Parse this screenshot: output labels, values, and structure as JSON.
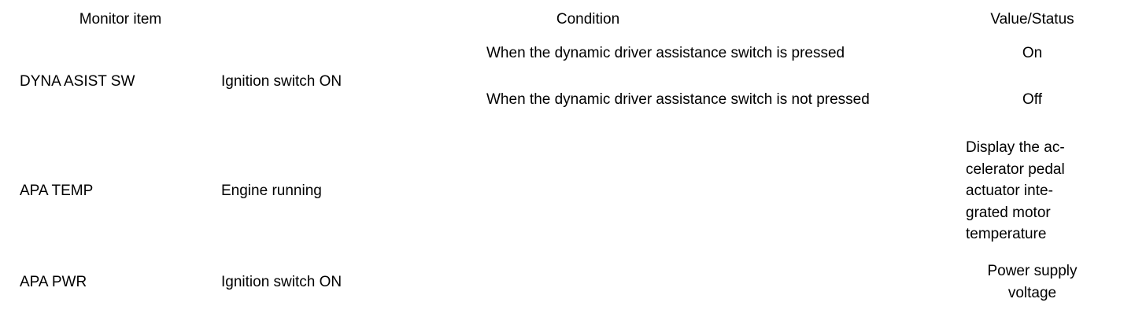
{
  "table": {
    "headers": {
      "monitor_item": "Monitor item",
      "condition": "Condition",
      "value_status": "Value/Status"
    },
    "rows": [
      {
        "monitor_item": "DYNA ASIST SW",
        "condition": "Ignition switch ON",
        "subconditions": [
          {
            "text": "When the dynamic driver assistance switch is pressed",
            "value": "On"
          },
          {
            "text": "When the dynamic driver assistance switch is not pressed",
            "value": "Off"
          }
        ]
      },
      {
        "monitor_item": "APA TEMP",
        "condition": "Engine running",
        "value": "Display the ac-celerator pedal actuator inte-grated motor temperature",
        "value_lines": [
          "Display the ac-",
          "celerator pedal",
          "actuator inte-",
          "grated motor",
          "temperature"
        ]
      },
      {
        "monitor_item": "APA PWR",
        "condition": "Ignition switch ON",
        "value_lines": [
          "Power supply",
          "voltage"
        ]
      }
    ]
  },
  "colors": {
    "rule": "#000000",
    "text": "#000000",
    "background": "#ffffff"
  }
}
